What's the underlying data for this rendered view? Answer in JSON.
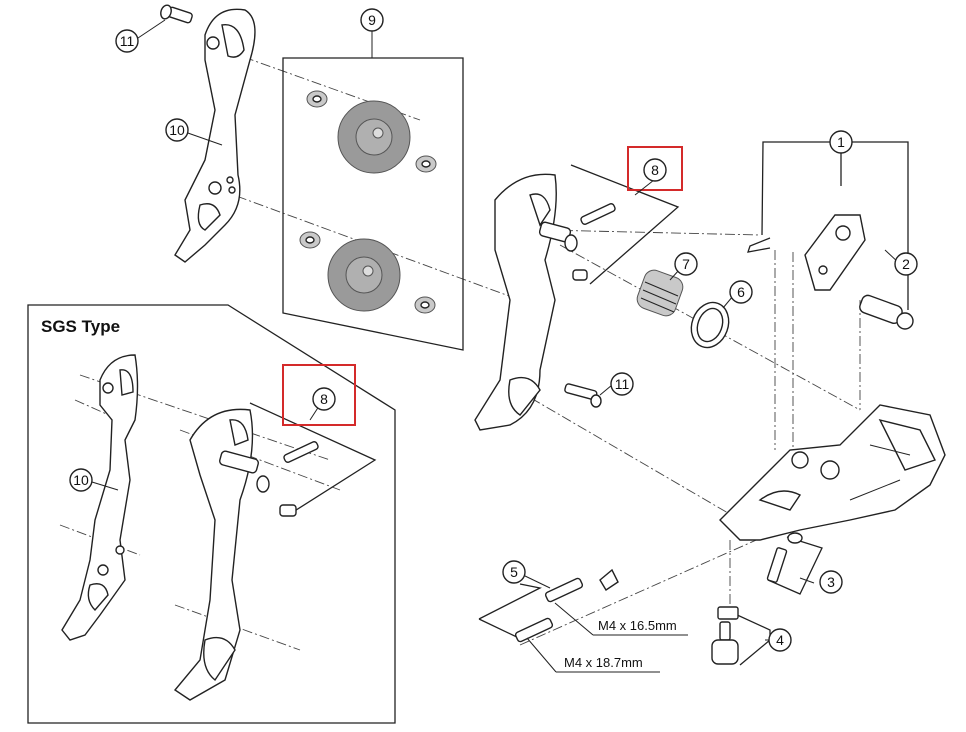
{
  "sgs_section": {
    "title": "SGS Type"
  },
  "callouts": {
    "c1": "1",
    "c2": "2",
    "c3": "3",
    "c4": "4",
    "c5": "5",
    "c6": "6",
    "c7": "7",
    "c8_main": "8",
    "c8_sgs": "8",
    "c9": "9",
    "c10_main": "10",
    "c10_sgs": "10",
    "c11_top": "11",
    "c11_mid": "11"
  },
  "specs": {
    "screw_short": "M4 x 16.5mm",
    "screw_long": "M4 x 18.7mm"
  },
  "colors": {
    "highlight": "#d42a2a",
    "line": "#222222",
    "pulley": "#9a9a9a"
  }
}
